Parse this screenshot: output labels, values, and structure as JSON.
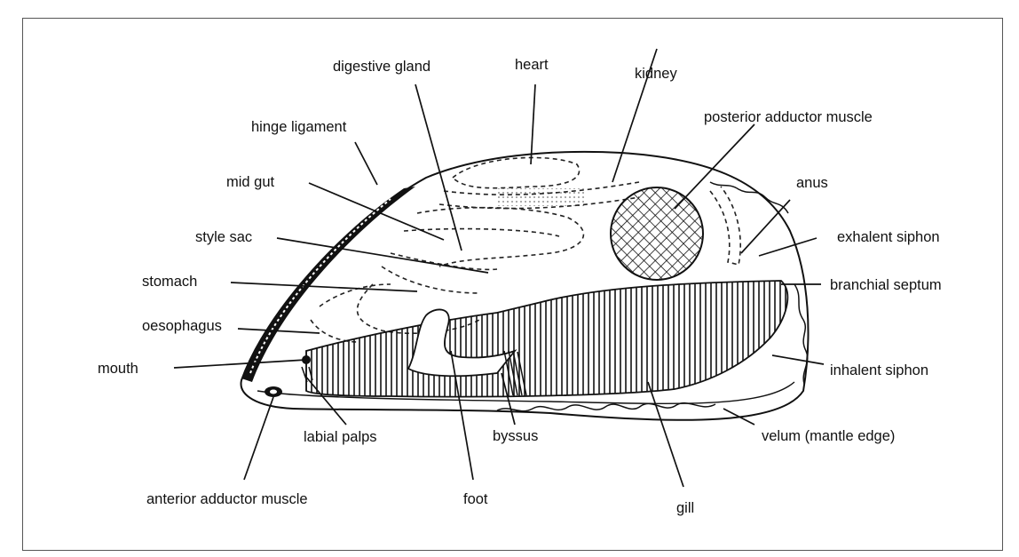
{
  "labels": {
    "digestive_gland": "digestive gland",
    "heart": "heart",
    "kidney": "kidney",
    "posterior_adductor_muscle": "posterior adductor muscle",
    "hinge_ligament": "hinge ligament",
    "mid_gut": "mid gut",
    "anus": "anus",
    "style_sac": "style sac",
    "exhalent_siphon": "exhalent siphon",
    "stomach": "stomach",
    "branchial_septum": "branchial septum",
    "oesophagus": "oesophagus",
    "mouth": "mouth",
    "inhalent_siphon": "inhalent siphon",
    "labial_palps": "labial palps",
    "byssus": "byssus",
    "velum": "velum (mantle edge)",
    "anterior_adductor_muscle": "anterior adductor muscle",
    "foot": "foot",
    "gill": "gill"
  },
  "colors": {
    "ink": "#111111",
    "paper": "#ffffff",
    "frame": "#555555"
  }
}
